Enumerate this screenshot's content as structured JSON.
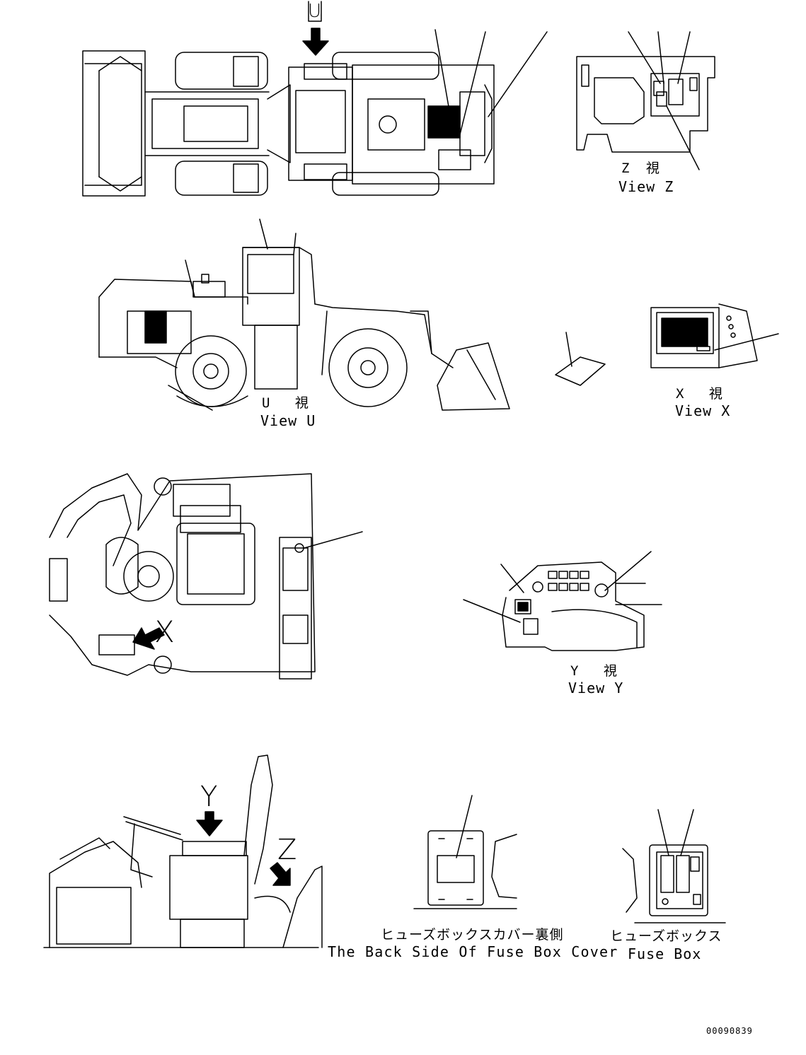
{
  "views": {
    "top_view": {
      "arrow_letter": "U"
    },
    "view_u": {
      "jp": "U 視",
      "en": "View U"
    },
    "view_z": {
      "jp": "Z 視",
      "en": "View Z"
    },
    "view_x": {
      "jp": "X 視",
      "en": "View X"
    },
    "cab_floor": {
      "arrow_letter": "X"
    },
    "view_y": {
      "jp": "Y 視",
      "en": "View Y"
    },
    "operator_side": {
      "arrow_y": "Y",
      "arrow_z": "Z"
    },
    "fuse_box_cover": {
      "jp": "ヒューズボックスカバー裏側",
      "en": "The Back Side Of Fuse Box Cover"
    },
    "fuse_box": {
      "jp": "ヒューズボックス",
      "en": "Fuse Box"
    }
  },
  "drawing_number": "00090839",
  "line_color": "#000000"
}
